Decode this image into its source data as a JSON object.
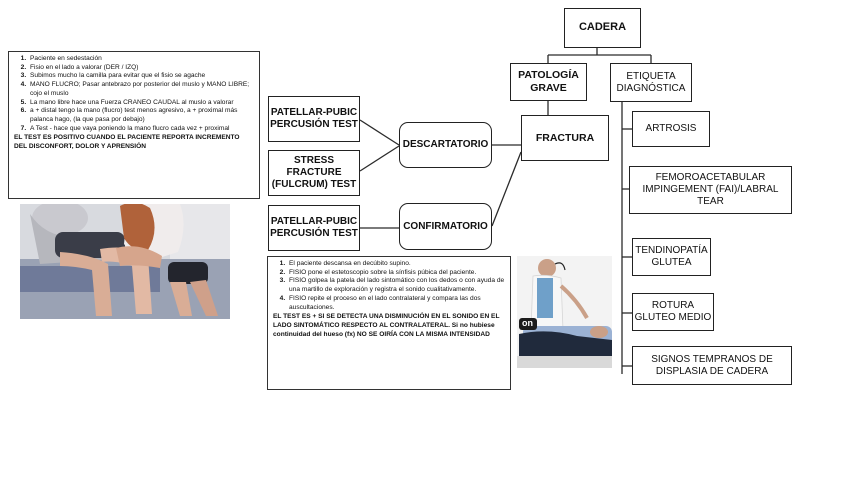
{
  "diagram": {
    "root": "CADERA",
    "groups": {
      "patologia": "PATOLOGÍA GRAVE",
      "etiqueta": "ETIQUETA DIAGNÓSTICA"
    },
    "fractura": "FRACTURA",
    "diagnoses": [
      "ARTROSIS",
      "FEMOROACETABULAR IMPINGEMENT (FAI)/LABRAL TEAR",
      "TENDINOPATÍA GLUTEA",
      "ROTURA GLUTEO MEDIO",
      "SIGNOS TEMPRANOS DE DISPLASIA DE CADERA"
    ],
    "categories": {
      "descartatorio": "DESCARTATORIO",
      "confirmatorio": "CONFIRMATORIO"
    },
    "tests": {
      "patellar_pubic_1": "PATELLAR-PUBIC PERCUSIÓN TEST",
      "stress_fracture": "STRESS FRACTURE (FULCRUM) TEST",
      "patellar_pubic_2": "PATELLAR-PUBIC PERCUSIÓN TEST"
    }
  },
  "fulcrum_notes": {
    "steps": [
      "Paciente en sedestación",
      "Fisio en el lado a valorar (DER / IZQ)",
      "Subimos mucho la camilla para evitar que el fisio se agache",
      "MANO FLUCRO; Pasar antebrazo por posterior del muslo y MANO LIBRE; cojo el muslo",
      "La mano libre hace una Fuerza CRANEO CAUDAL al muslo a valorar",
      "a + distal tengo la mano (flucro) test menos agresivo, a + proximal más palanca hago, (la que pasa por debajo)",
      "A Test - hace que vaya poniendo la mano flucro cada vez + proximal"
    ],
    "result": "EL TEST ES POSITIVO CUANDO EL PACIENTE REPORTA INCREMENTO DEL DISCONFORT, DOLOR Y APRENSIÓN"
  },
  "percussion_notes": {
    "steps": [
      "El paciente descansa en decúbito supino.",
      "FISIO pone el estetoscopio sobre la sínfisis púbica del paciente.",
      "FISIO golpea la patela del lado sintomático con los dedos o con ayuda de una martillo de exploración y registra el sonido cualitativamente.",
      "FISIO repite el proceso en el lado contralateral y compara las dos auscultaciones."
    ],
    "result": "EL TEST ES + SI SE DETECTA UNA DISMINUCIÓN EN EL SONIDO EN EL LADO SINTOMÁTICO RESPECTO AL CONTRALATERAL. Si no hubiese continuidad del hueso (fx) NO SE OIRÍA CON LA MISMA INTENSIDAD"
  },
  "photo_text": {
    "overlay": "on"
  },
  "colors": {
    "border": "#222222",
    "background": "#ffffff",
    "line": "#333333"
  }
}
